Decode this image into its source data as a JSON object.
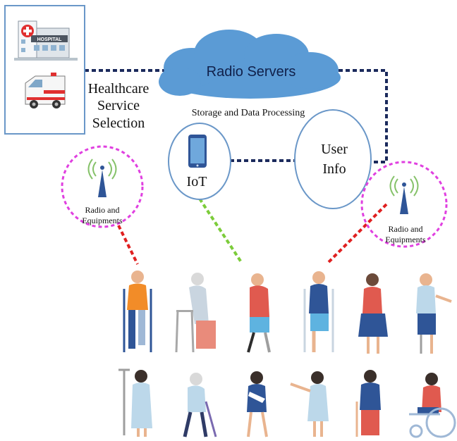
{
  "cloud": {
    "title": "Radio Servers",
    "subtitle": "Storage and Data Processing"
  },
  "healthcare": {
    "line1": "Healthcare",
    "line2": "Service",
    "line3": "Selection",
    "hospital_sign": "HOSPITAL"
  },
  "iot": {
    "label": "IoT"
  },
  "user_info": {
    "line1": "User",
    "line2": "Info"
  },
  "radio_left": {
    "line1": "Radio and",
    "line2": "Equipments"
  },
  "radio_right": {
    "line1": "Radio and",
    "line2": "Equipments"
  },
  "icons": [
    "hospital-icon",
    "ambulance-icon",
    "cloud-icon",
    "smartphone-icon",
    "antenna-icon",
    "person-with-crutches-icon",
    "person-with-walker-icon",
    "person-with-wheelchair-icon",
    "person-with-iv-stand-icon",
    "person-with-cane-icon",
    "person-with-arm-sling-icon"
  ],
  "colors": {
    "dashed_link": "#1b2a5c",
    "magenta_circle": "#e040e0",
    "red_link": "#e02020",
    "green_link": "#7ccc3a",
    "node_outline": "#6a97c8",
    "cloud_fill": "#5b9bd5"
  }
}
